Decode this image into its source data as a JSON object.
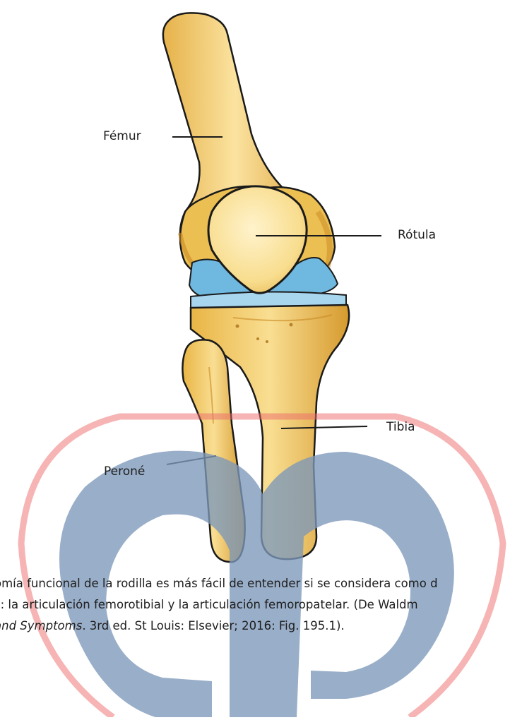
{
  "diagram": {
    "labels": {
      "femur": "Fémur",
      "rotula": "Rótula",
      "tibia": "Tibia",
      "perone": "Peroné"
    }
  },
  "caption": {
    "line1": "omía funcional de la rodilla es más fácil de entender si se considera como d",
    "line2": "s: la articulación femorotibial y la articulación femoropatelar. (De Waldm",
    "line3_italic": "and Symptoms",
    "line3_rest": ". 3rd ed. St Louis: Elsevier; 2016: Fig. 195.1)."
  },
  "colors": {
    "bone_light": "#f6d77e",
    "bone_mid": "#ecbf52",
    "bone_dark": "#d99a2c",
    "cartilage": "#6fb8e0",
    "watermark_blue": "#7d98b9",
    "watermark_red": "#ec6b6b",
    "outline": "#1a1a1a"
  }
}
